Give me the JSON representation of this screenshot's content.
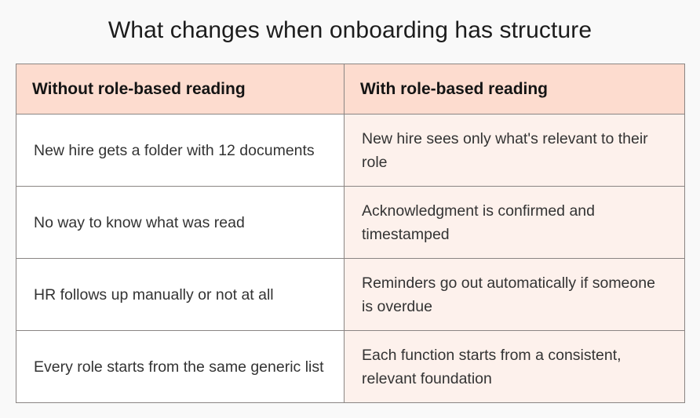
{
  "title": "What changes when onboarding has structure",
  "table": {
    "headers": [
      "Without role-based reading",
      "With role-based reading"
    ],
    "rows": [
      [
        "New hire gets a folder with 12 documents",
        "New hire sees only what's relevant to their role"
      ],
      [
        "No way to know what was read",
        "Acknowledgment is confirmed and timestamped"
      ],
      [
        "HR follows up manually or not at all",
        "Reminders go out automatically if someone is overdue"
      ],
      [
        "Every role starts from the same generic list",
        "Each function starts from a consistent, relevant foundation"
      ]
    ]
  },
  "colors": {
    "header_bg": "#fddccf",
    "right_column_bg": "#fdf1ec",
    "left_column_bg": "#ffffff",
    "border": "#8a8583",
    "page_bg": "#f9f9f9"
  }
}
